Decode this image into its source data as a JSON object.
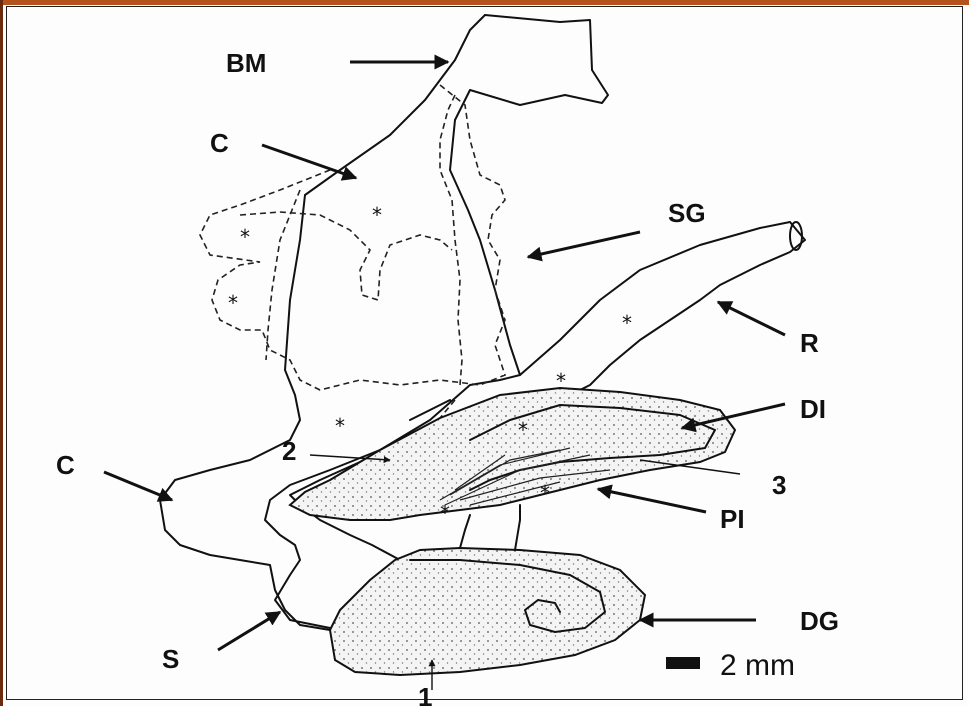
{
  "figure": {
    "labels": {
      "bm": "BM",
      "c_top": "C",
      "sg": "SG",
      "r": "R",
      "di": "DI",
      "c_left": "C",
      "n2": "2",
      "n3": "3",
      "pi": "PI",
      "s": "S",
      "dg": "DG",
      "n1": "1"
    },
    "asterisk": "*",
    "scale_bar": {
      "text": "2 mm"
    }
  }
}
